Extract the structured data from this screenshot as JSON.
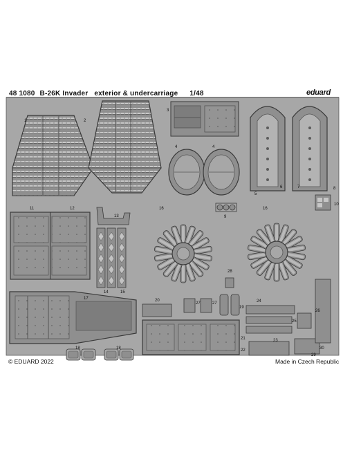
{
  "header": {
    "catalog_no": "48 1080",
    "kit_name": "B-26K Invader",
    "subject": "exterior & undercarriage",
    "scale": "1/48",
    "brand": "eduard"
  },
  "footer": {
    "copyright": "© EDUARD 2022",
    "origin": "Made in Czech Republic"
  },
  "part_numbers": [
    "1",
    "2",
    "3",
    "4",
    "4",
    "5",
    "6",
    "7",
    "8",
    "9",
    "10",
    "11",
    "12",
    "13",
    "14",
    "15",
    "16",
    "16",
    "17",
    "18",
    "18",
    "19",
    "20",
    "21",
    "22",
    "23",
    "24",
    "25",
    "26",
    "27",
    "27",
    "28",
    "29",
    "30"
  ],
  "colors": {
    "fret": "#a7a7a7",
    "part": "#8f8f8f",
    "outline": "#3a3a3a",
    "detail": "#5c5c5c",
    "highlight": "#d8d8d8"
  }
}
